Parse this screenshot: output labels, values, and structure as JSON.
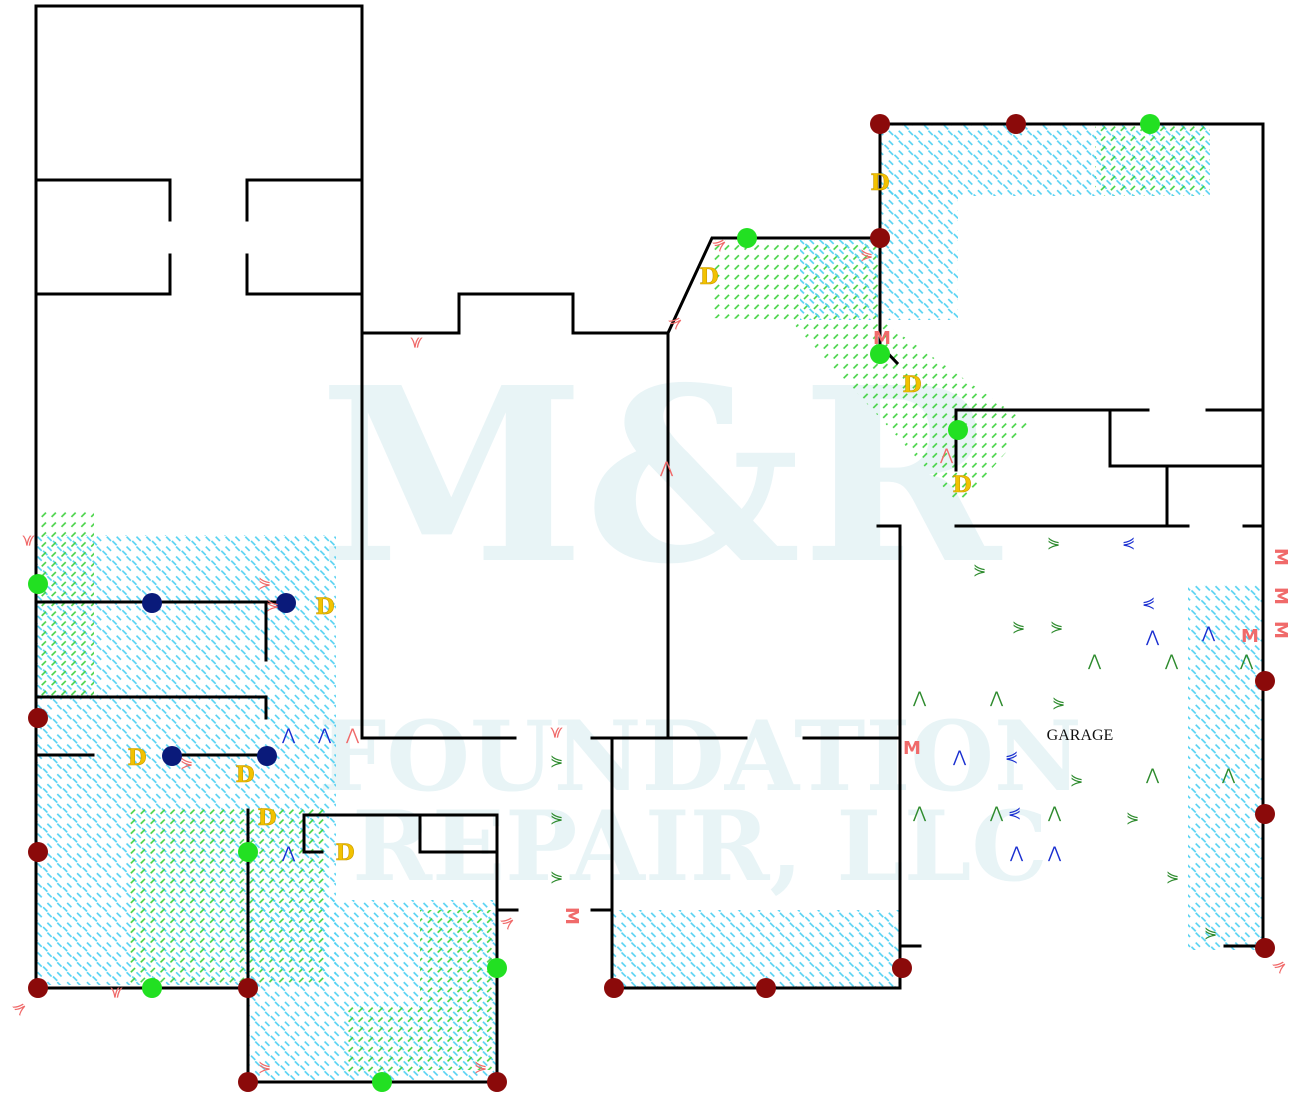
{
  "diagram": {
    "room_labels": {
      "garage": "GARAGE"
    },
    "watermark": {
      "line1": "M&R",
      "line2": "FOUNDATION",
      "line3": "REPAIR, LLC"
    },
    "marker_letters": {
      "d": "D",
      "m": "M"
    },
    "colors": {
      "wall": "#000000",
      "hatch_cyan": "#4fd0f2",
      "hatch_green": "#3fd23f",
      "dot_maroon": "#8b0a0a",
      "dot_green": "#22e022",
      "dot_navy": "#0a1a7a",
      "d_marker": "#f2c200",
      "m_marker": "#f06a6a",
      "mark_green": "#2e8b2e",
      "mark_blue": "#1a2fd0"
    }
  }
}
